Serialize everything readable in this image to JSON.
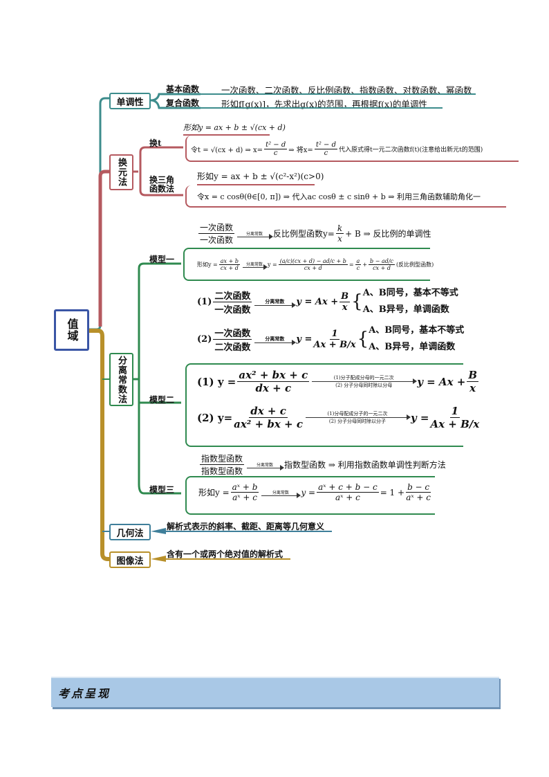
{
  "root": {
    "label": "值域"
  },
  "colors": {
    "root": "#3a55a5",
    "teal": "#3c8c8c",
    "red": "#b5595f",
    "green": "#2f8a4f",
    "blue": "#3f7f9a",
    "gold": "#b8902a",
    "banner": "#a9c8e6"
  },
  "monotonic": {
    "label": "单调性",
    "items": [
      {
        "label": "基本函数",
        "desc": "一次函数、二次函数、反比例函数、指数函数、对数函数、幂函数"
      },
      {
        "label": "复合函数",
        "desc": "形如f[g(x)]，先求出g(x)的范围，再根据f(x)的单调性"
      }
    ]
  },
  "substitution": {
    "label": "换元法",
    "t": {
      "label": "换t",
      "form": "形如y = ax + b ± √(cx + d)",
      "step": {
        "a": "令t = √(cx + d) ⇒ x=",
        "num": "t² − d",
        "den": "c",
        "b": "⇒ 将x=",
        "c": "代入原式得t一元二次函数f(t)(注意给出新元t的范围)"
      }
    },
    "trig": {
      "label1": "换三角",
      "label2": "函数法",
      "form": "形如y = ax + b ± √(c²-x²)(c>0)",
      "step": "令x = c cosθ(θ∈[0, π]) ⇒ 代入ac cosθ ± c sinθ + b ⇒ 利用三角函数辅助角化一"
    }
  },
  "separation": {
    "label": "分离常数法",
    "arrow": "分离常数",
    "m1": {
      "label": "模型一",
      "top": {
        "num": "一次函数",
        "den": "一次函数",
        "mid": "反比例型函数y=",
        "k": "k",
        "x": "x",
        "tail": "+ B ⇒ 反比例的单调性"
      },
      "form": {
        "a": "形如y =",
        "n1": "ax + b",
        "d1": "cx + d",
        "b": "y =",
        "n2": "(a/c)(cx + d) − ad/c + b",
        "d2": "cx + d",
        "c": "= ",
        "n3": "a",
        "d3": "c",
        "d": "+",
        "n4": "b − ad/c",
        "d4": "cx + d",
        "e": "(反比例型函数)"
      },
      "r1": {
        "p": "(1)",
        "num": "二次函数",
        "den": "一次函数",
        "res": "y = Ax +",
        "B": "B",
        "x": "x",
        "c1": "A、B同号，基本不等式",
        "c2": "A、B异号，单调函数"
      },
      "r2": {
        "p": "(2)",
        "num": "一次函数",
        "den": "二次函数",
        "res": "y =",
        "one": "1",
        "den2": "Ax + B/x",
        "c1": "A、B同号，基本不等式",
        "c2": "A、B异号，单调函数"
      }
    },
    "m2": {
      "label": "模型二",
      "r1": {
        "p": "(1) y =",
        "num": "ax² + bx + c",
        "den": "dx + c",
        "s1": "(1)分子配成分母的一元二次",
        "s2": "(2) 分子分母同时除以分母",
        "res": "y = Ax +",
        "B": "B",
        "x": "x"
      },
      "r2": {
        "p": "(2) y=",
        "num": "dx + c",
        "den": "ax² + bx + c",
        "s1": "(1)分母配成分子的一元二次",
        "s2": "(2) 分子分母同时除以分子",
        "res": "y =",
        "one": "1",
        "den2": "Ax + B/x"
      }
    },
    "m3": {
      "label": "模型三",
      "top": {
        "num": "指数型函数",
        "den": "指数型函数",
        "tail": "指数型函数 ⇒ 利用指数函数单调性判断方法"
      },
      "form": {
        "a": "形如y =",
        "n1": "aˣ + b",
        "d1": "aˣ + c",
        "b": "y =",
        "n2": "aˣ + c + b − c",
        "d2": "aˣ + c",
        "c": "= 1 +",
        "n3": "b − c",
        "d3": "aˣ + c"
      }
    }
  },
  "geometry": {
    "label": "几何法",
    "desc": "解析式表示的斜率、截距、距离等几何意义"
  },
  "graph": {
    "label": "图像法",
    "desc": "含有一个或两个绝对值的解析式"
  },
  "banner": {
    "title": "考点呈现"
  }
}
